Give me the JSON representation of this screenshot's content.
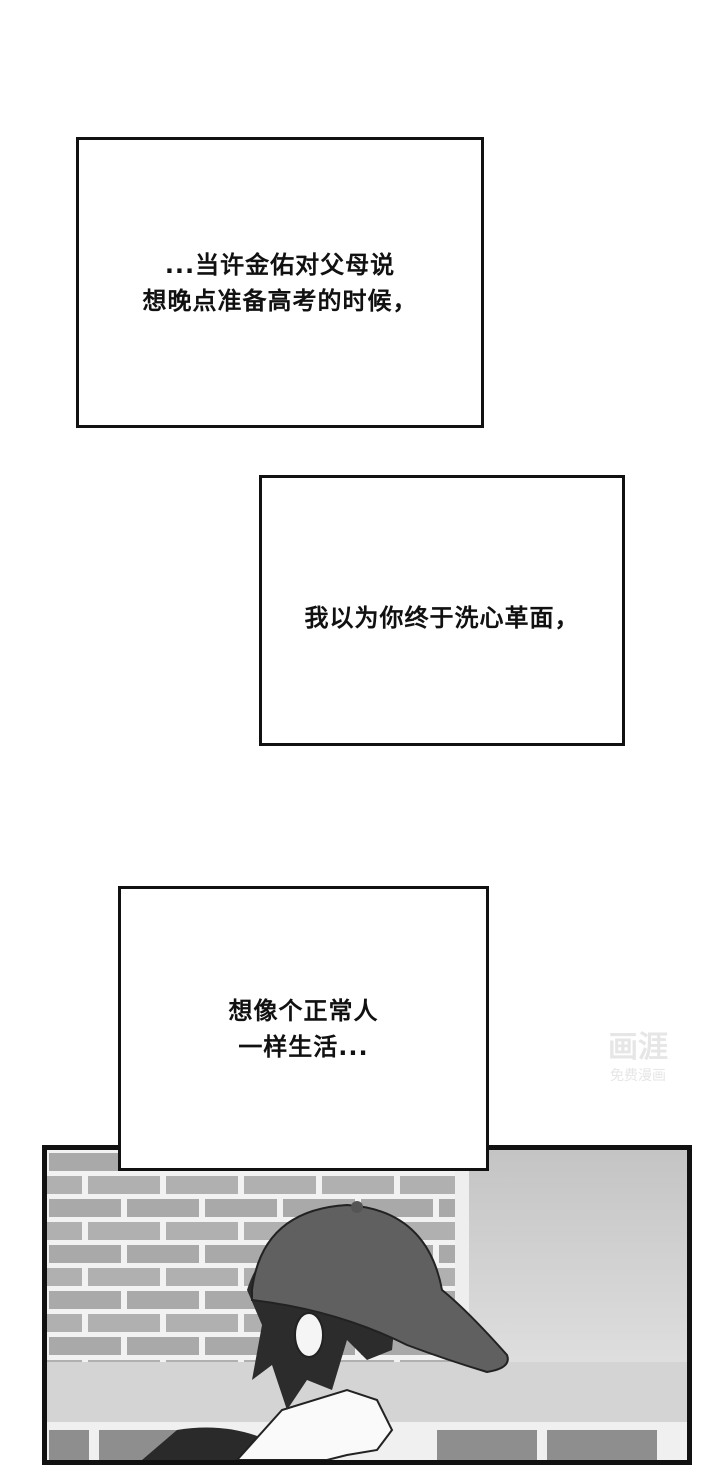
{
  "captions": [
    {
      "lines": [
        "...当许金佑对父母说",
        "想晚点准备高考的时候，"
      ]
    },
    {
      "lines": [
        "我以为你终于洗心革面，"
      ]
    },
    {
      "lines": [
        "想像个正常人",
        "一样生活..."
      ]
    }
  ],
  "watermark": {
    "logo": "画涯",
    "tagline": "免费漫画"
  },
  "colors": {
    "border": "#111111",
    "background": "#ffffff"
  }
}
